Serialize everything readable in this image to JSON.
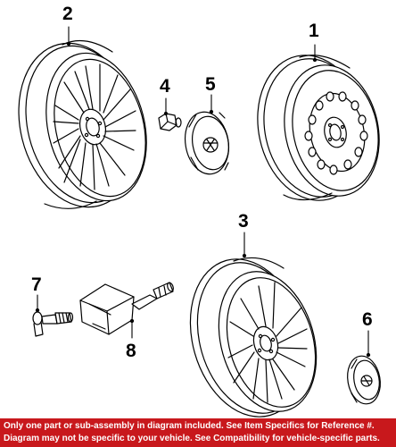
{
  "callouts": {
    "c1": "1",
    "c2": "2",
    "c3": "3",
    "c4": "4",
    "c5": "5",
    "c6": "6",
    "c7": "7",
    "c8": "8"
  },
  "footer": {
    "line1": "Only one part or sub-assembly in diagram included. See Item Specifics for Reference #.",
    "line2": "Diagram may not be specific to your vehicle. See Compatibility for vehicle-specific parts."
  },
  "colors": {
    "footer_bg": "#c8181c",
    "ink": "#000000"
  }
}
